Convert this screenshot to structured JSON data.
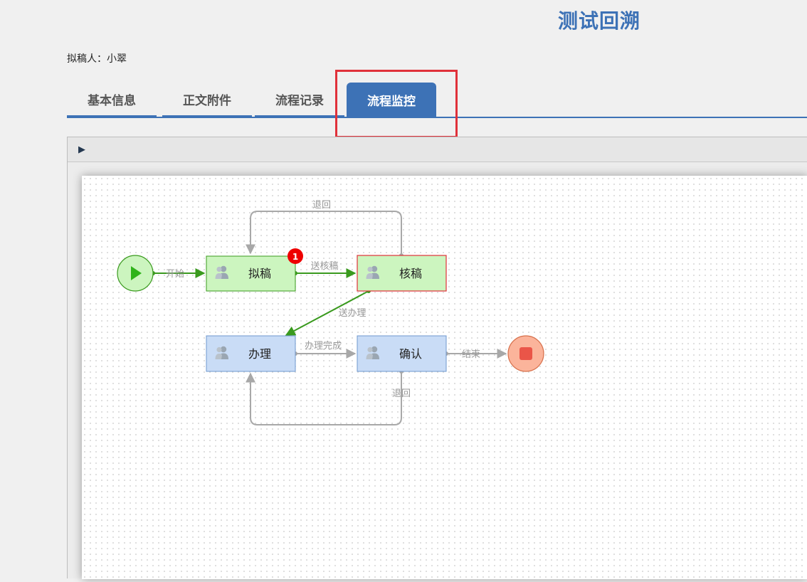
{
  "page": {
    "title": "测试回溯",
    "drafter_label": "拟稿人：小翠"
  },
  "tabs": [
    {
      "label": "基本信息",
      "active": false
    },
    {
      "label": "正文附件",
      "active": false
    },
    {
      "label": "流程记录",
      "active": false
    },
    {
      "label": "流程监控",
      "active": true
    }
  ],
  "toolbar": {
    "play_icon": "play-icon"
  },
  "flow": {
    "nodes": {
      "draft": {
        "label": "拟稿",
        "badge": "1"
      },
      "review": {
        "label": "核稿"
      },
      "handle": {
        "label": "办理"
      },
      "confirm": {
        "label": "确认"
      }
    },
    "edges": {
      "start": "开始",
      "send_review": "送核稿",
      "return_top": "退回",
      "send_handle": "送办理",
      "handle_done": "办理完成",
      "end": "结束",
      "return_bottom": "退回"
    }
  },
  "colors": {
    "accent": "#3d72b6",
    "active_node_fill": "#ccf5bf",
    "active_edge": "#3a9a1e",
    "pending_node_fill": "#c9dcf6",
    "current_node_border": "#e0313a",
    "highlight_box": "#e0313a"
  }
}
